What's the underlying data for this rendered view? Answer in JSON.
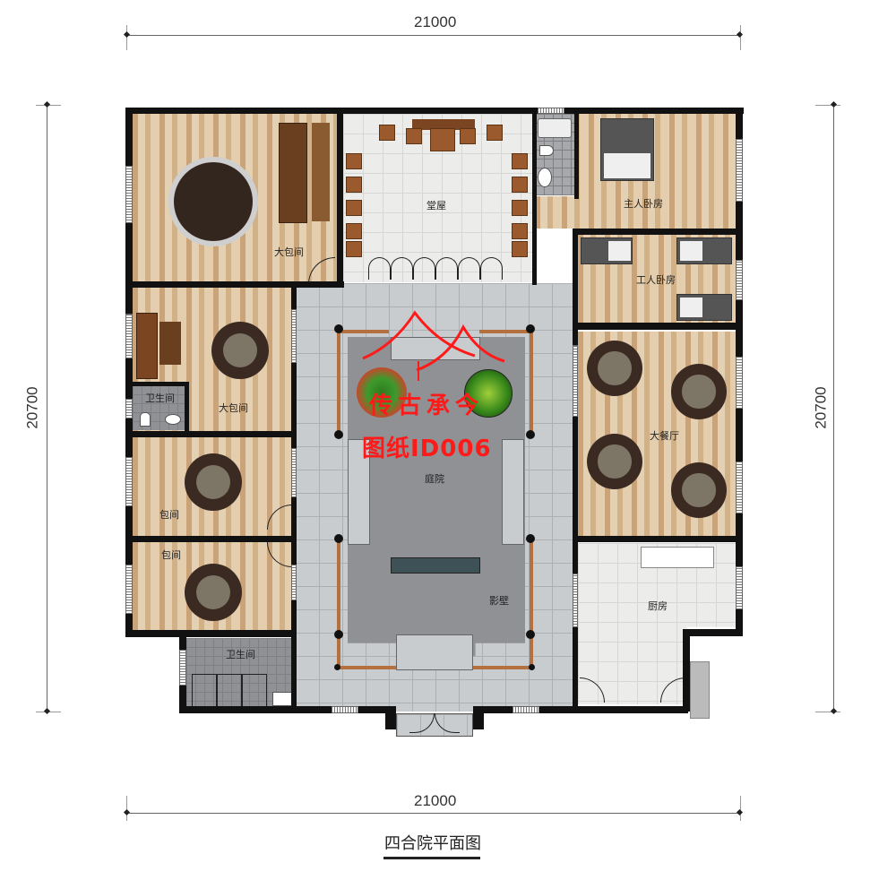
{
  "title": "四合院平面图",
  "dimensions": {
    "top_width": "21000",
    "bottom_width": "21000",
    "left_height": "20700",
    "right_height": "20700"
  },
  "watermark": {
    "line1": "传古承今",
    "line2": "图纸ID006",
    "color": "#ff1a1a"
  },
  "rooms": {
    "large_private_room_1": "大包间",
    "main_hall": "堂屋",
    "master_bedroom": "主人卧房",
    "worker_bedroom": "工人卧房",
    "large_private_room_2": "大包间",
    "bathroom_1": "卫生间",
    "courtyard": "庭院",
    "large_dining_hall": "大餐厅",
    "private_room_1": "包间",
    "private_room_2": "包间",
    "screen_wall": "影壁",
    "kitchen": "厨房",
    "bathroom_2": "卫生间"
  },
  "colors": {
    "wall": "#111111",
    "wood_floor": "#d9bf9c",
    "courtyard_tile": "#c9cccf",
    "court_center": "#8f9194",
    "beam": "#b5703f",
    "screen_block": "#3e5157"
  }
}
